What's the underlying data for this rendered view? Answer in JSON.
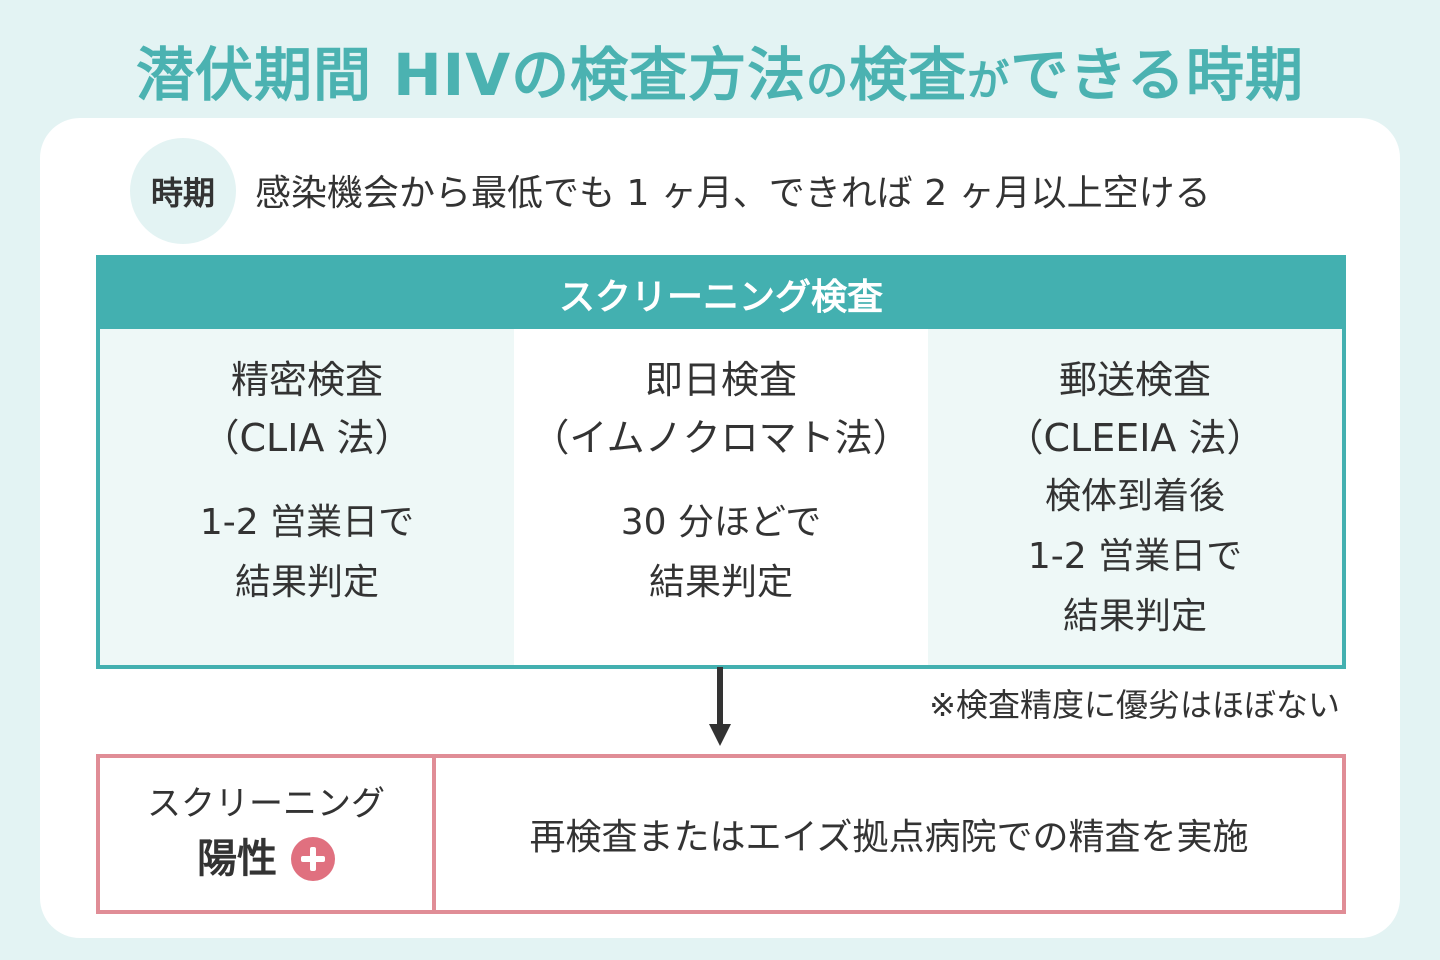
{
  "title": {
    "part1": "潜伏期間 HIVの検査方法",
    "part2": "の",
    "part3": "検査",
    "part4": "が",
    "part5": "できる時期"
  },
  "period": {
    "badge": "時期",
    "text": "感染機会から最低でも 1 ヶ月、できれば 2 ヶ月以上空ける"
  },
  "screening": {
    "header": "スクリーニング検査",
    "tests": [
      {
        "name": "精密検査",
        "method": "（CLIA 法）",
        "result_lines": [
          "1-2 営業日で",
          "結果判定"
        ]
      },
      {
        "name": "即日検査",
        "method": "（イムノクロマト法）",
        "result_lines": [
          "30 分ほどで",
          "結果判定"
        ]
      },
      {
        "name": "郵送検査",
        "method": "（CLEEIA 法）",
        "result_lines": [
          "検体到着後",
          "1-2 営業日で",
          "結果判定"
        ]
      }
    ]
  },
  "note": "※検査精度に優劣はほぼない",
  "positive": {
    "label": "スクリーニング",
    "status": "陽性",
    "action": "再検査またはエイズ拠点病院での精査を実施"
  },
  "colors": {
    "teal": "#43b0b0",
    "pink": "#e08d96",
    "background": "#e3f3f3"
  }
}
